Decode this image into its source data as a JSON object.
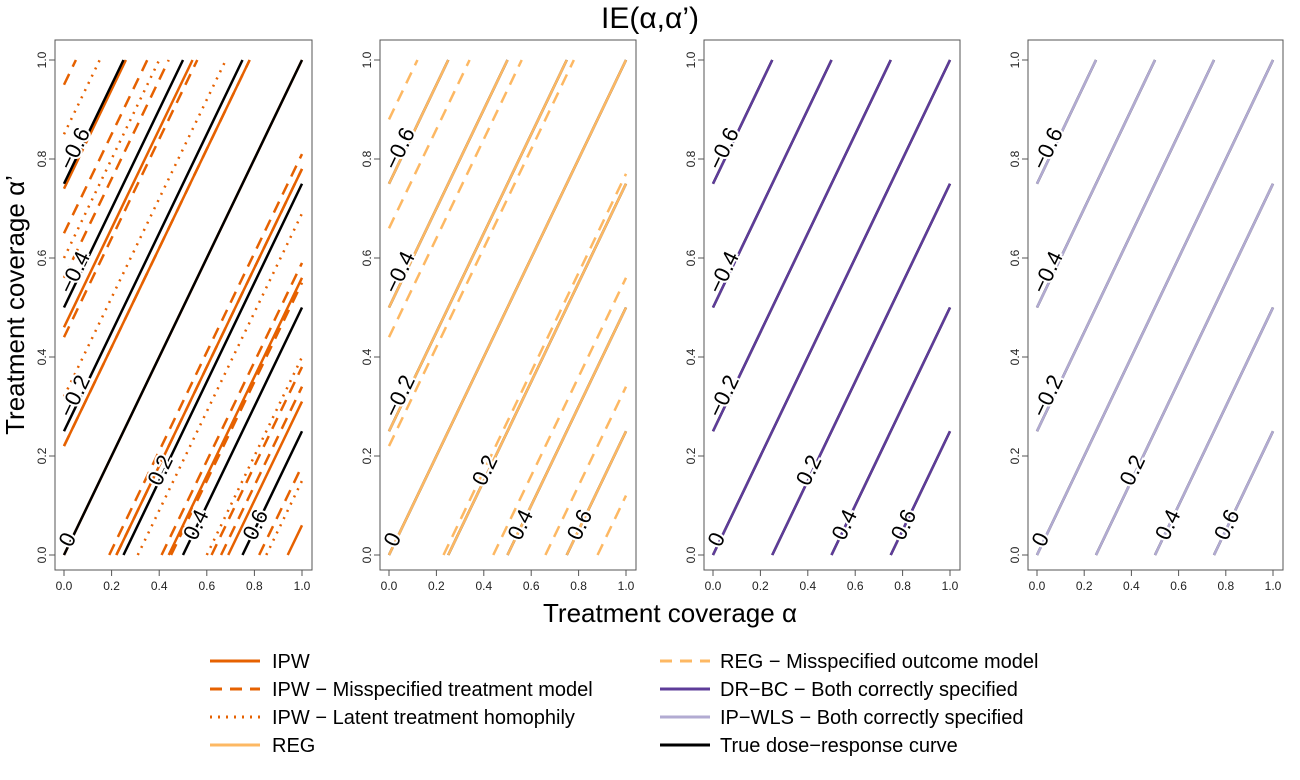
{
  "chart_data": {
    "type": "line",
    "subtype": "contour",
    "title": "IE(α,α’)",
    "xlabel": "Treatment coverage α",
    "ylabel": "Treatment coverage α’",
    "xlim": [
      0,
      1
    ],
    "ylim": [
      0,
      1
    ],
    "xticks": [
      "0.0",
      "0.2",
      "0.4",
      "0.6",
      "0.8",
      "1.0"
    ],
    "yticks": [
      "0.0",
      "0.2",
      "0.4",
      "0.6",
      "0.8",
      "1.0"
    ],
    "contour_levels": [
      {
        "label": "−0.6",
        "intercept": 0.75,
        "at": [
          0.05,
          0.82
        ]
      },
      {
        "label": "−0.4",
        "intercept": 0.5,
        "at": [
          0.05,
          0.57
        ]
      },
      {
        "label": "−0.2",
        "intercept": 0.25,
        "at": [
          0.05,
          0.32
        ]
      },
      {
        "label": "0",
        "intercept": 0,
        "at": [
          0.02,
          0.03
        ]
      },
      {
        "label": "0.2",
        "intercept": -0.25,
        "at": [
          0.41,
          0.17
        ]
      },
      {
        "label": "0.4",
        "intercept": -0.5,
        "at": [
          0.56,
          0.06
        ]
      },
      {
        "label": "0.6",
        "intercept": -0.75,
        "at": [
          0.81,
          0.06
        ]
      }
    ],
    "series_styles": {
      "ipw": {
        "name": "IPW",
        "color": "#E66100",
        "dash": "solid"
      },
      "ipw_mis": {
        "name": "IPW − Misspecified treatment model",
        "color": "#E66100",
        "dash": "dashed"
      },
      "ipw_lat": {
        "name": "IPW − Latent treatment homophily",
        "color": "#E66100",
        "dash": "dotted"
      },
      "reg": {
        "name": "REG",
        "color": "#FDB863",
        "dash": "solid"
      },
      "reg_mis": {
        "name": "REG − Misspecified outcome model",
        "color": "#FDB863",
        "dash": "dashed"
      },
      "drbc": {
        "name": "DR−BC − Both correctly specified",
        "color": "#5E3C99",
        "dash": "solid"
      },
      "ipwls": {
        "name": "IP−WLS − Both correctly specified",
        "color": "#B2ABD2",
        "dash": "solid"
      },
      "true": {
        "name": "True dose−response curve",
        "color": "#000000",
        "dash": "solid"
      }
    },
    "panels": [
      {
        "series": [
          {
            "key": "ipw_mis",
            "intercepts": [
              0.95,
              0.65,
              0.56,
              0.44,
              0.22,
              -0.19,
              -0.22,
              -0.41,
              -0.45,
              -0.62,
              -0.66,
              -0.82
            ]
          },
          {
            "key": "ipw_lat",
            "intercepts": [
              0.85,
              0.6,
              0.32,
              -0.31,
              -0.6,
              -0.85
            ]
          },
          {
            "key": "ipw",
            "intercepts": [
              0.74,
              0.46,
              0.22,
              0,
              -0.22,
              -0.44,
              -0.69,
              -0.94
            ]
          },
          {
            "key": "true",
            "intercepts": [
              0.75,
              0.5,
              0.25,
              0,
              -0.25,
              -0.5,
              -0.75
            ]
          }
        ]
      },
      {
        "series": [
          {
            "key": "reg_mis",
            "intercepts": [
              0.88,
              0.66,
              0.44,
              0.22,
              -0.23,
              -0.44,
              -0.66,
              -0.88
            ]
          },
          {
            "key": "true",
            "intercepts": [
              0.75,
              0.5,
              0.25,
              0,
              -0.25,
              -0.5,
              -0.75
            ]
          },
          {
            "key": "reg",
            "intercepts": [
              0.75,
              0.5,
              0.25,
              0,
              -0.25,
              -0.5,
              -0.75
            ]
          }
        ]
      },
      {
        "series": [
          {
            "key": "true",
            "intercepts": [
              0.75,
              0.5,
              0.25,
              0,
              -0.25,
              -0.5,
              -0.75
            ]
          },
          {
            "key": "drbc",
            "intercepts": [
              0.75,
              0.5,
              0.25,
              0,
              -0.25,
              -0.5,
              -0.75
            ]
          }
        ]
      },
      {
        "series": [
          {
            "key": "true",
            "intercepts": [
              0.75,
              0.5,
              0.25,
              0,
              -0.25,
              -0.5,
              -0.75
            ]
          },
          {
            "key": "ipwls",
            "intercepts": [
              0.75,
              0.5,
              0.25,
              0,
              -0.25,
              -0.5,
              -0.75
            ]
          }
        ]
      }
    ],
    "legend": {
      "placement": "bottom",
      "left": [
        "ipw",
        "ipw_mis",
        "ipw_lat",
        "reg"
      ],
      "right": [
        "reg_mis",
        "drbc",
        "ipwls",
        "true"
      ]
    }
  }
}
